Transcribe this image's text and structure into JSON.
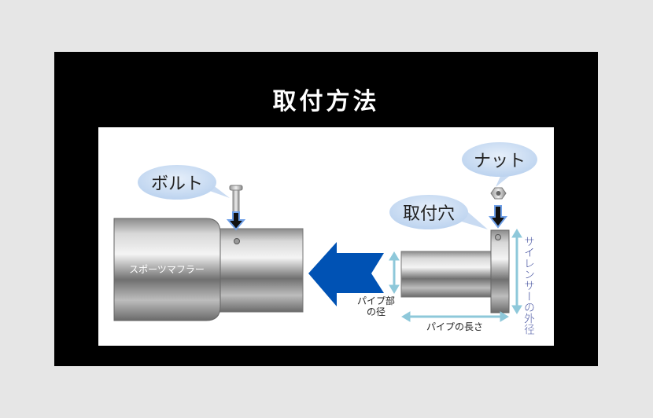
{
  "title": "取付方法",
  "labels": {
    "bolt": "ボルト",
    "nut": "ナット",
    "mount_hole": "取付穴",
    "muffler": "スポーツマフラー",
    "pipe_diameter_line1": "パイプ部",
    "pipe_diameter_line2": "の径",
    "pipe_length": "パイプの長さ",
    "silencer_outer_diameter": "サイレンサーの外径"
  },
  "colors": {
    "arrow_blue": "#0052b4",
    "bubble": "#cfe0f5",
    "dimension": "#8ec8da"
  }
}
